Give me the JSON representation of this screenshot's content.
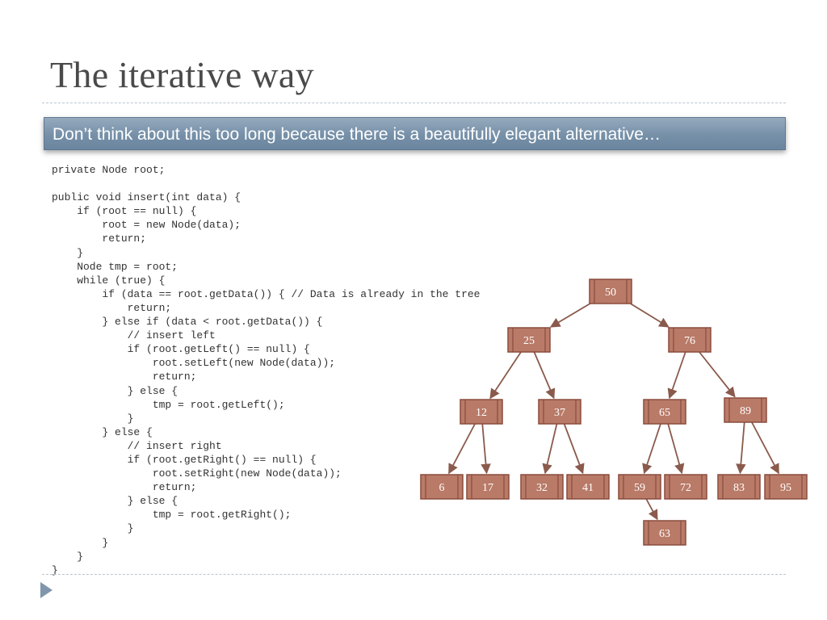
{
  "slide": {
    "title": "The iterative way",
    "banner": "Don’t think about this too long because there is a beautifully elegant alternative…"
  },
  "code": [
    "private Node root;",
    "",
    "public void insert(int data) {",
    "    if (root == null) {",
    "        root = new Node(data);",
    "        return;",
    "    }",
    "    Node tmp = root;",
    "    while (true) {",
    "        if (data == root.getData()) { // Data is already in the tree",
    "            return;",
    "        } else if (data < root.getData()) {",
    "            // insert left",
    "            if (root.getLeft() == null) {",
    "                root.setLeft(new Node(data));",
    "                return;",
    "            } else {",
    "                tmp = root.getLeft();",
    "            }",
    "        } else {",
    "            // insert right",
    "            if (root.getRight() == null) {",
    "                root.setRight(new Node(data));",
    "                return;",
    "            } else {",
    "                tmp = root.getRight();",
    "            }",
    "        }",
    "    }",
    "}"
  ],
  "tree": {
    "nodes": [
      "50",
      "25",
      "76",
      "12",
      "37",
      "65",
      "89",
      "6",
      "17",
      "32",
      "41",
      "59",
      "72",
      "83",
      "95",
      "63"
    ],
    "edges": [
      [
        "50",
        "25"
      ],
      [
        "50",
        "76"
      ],
      [
        "25",
        "12"
      ],
      [
        "25",
        "37"
      ],
      [
        "76",
        "65"
      ],
      [
        "76",
        "89"
      ],
      [
        "12",
        "6"
      ],
      [
        "12",
        "17"
      ],
      [
        "37",
        "32"
      ],
      [
        "37",
        "41"
      ],
      [
        "65",
        "59"
      ],
      [
        "65",
        "72"
      ],
      [
        "89",
        "83"
      ],
      [
        "89",
        "95"
      ],
      [
        "59",
        "63"
      ]
    ],
    "colors": {
      "fill": "#b97a67",
      "stroke": "#8a4c3d",
      "edge": "#8a5a4c",
      "text": "#ffffff"
    }
  }
}
